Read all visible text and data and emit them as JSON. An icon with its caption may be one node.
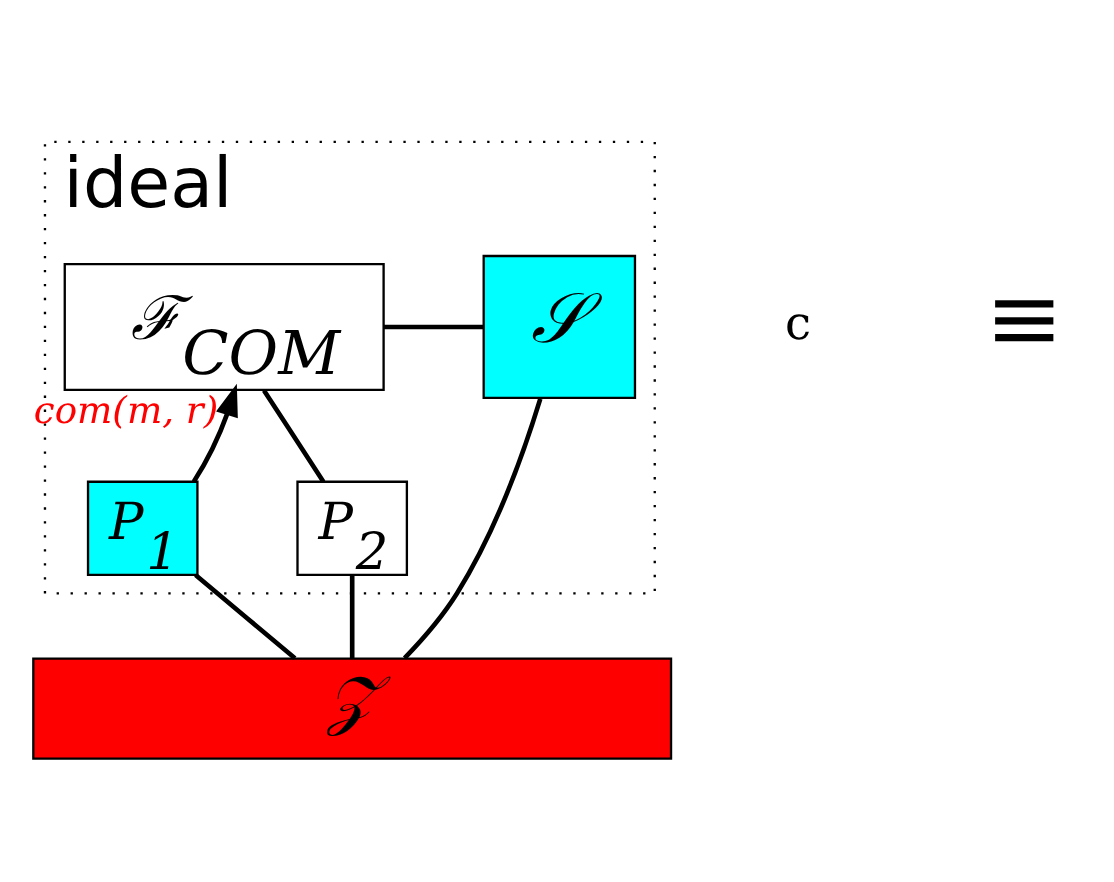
{
  "diagram": {
    "nodes": [
      {
        "text": [
          "ideal"
        ]
      },
      {
        "text": [
          "𝒮"
        ],
        "in": 0
      },
      {
        "text": [
          "ℱ$_{COM}$"
        ],
        "in": 0
      },
      {
        "text": [
          "P$_{1}$"
        ],
        "in": 0
      },
      {
        "text": [
          "P$_{2}$"
        ],
        "in": 0
      },
      {
        "text": [
          "𝒵"
        ]
      }
    ],
    "edges": [
      {
        "from": 1,
        "to": 2,
        "arrow": "none"
      },
      {
        "from": 3,
        "to": 2,
        "arrow": "to",
        "label": "com(m, r)"
      },
      {
        "from": 2,
        "to": 4,
        "arrow": "none"
      },
      {
        "from": 1,
        "to": 5,
        "arrow": "none"
      },
      {
        "from": 3,
        "to": 5,
        "arrow": "none"
      },
      {
        "from": 4,
        "to": 5,
        "arrow": "none"
      }
    ],
    "labels": [
      "c",
      "≡"
    ]
  }
}
